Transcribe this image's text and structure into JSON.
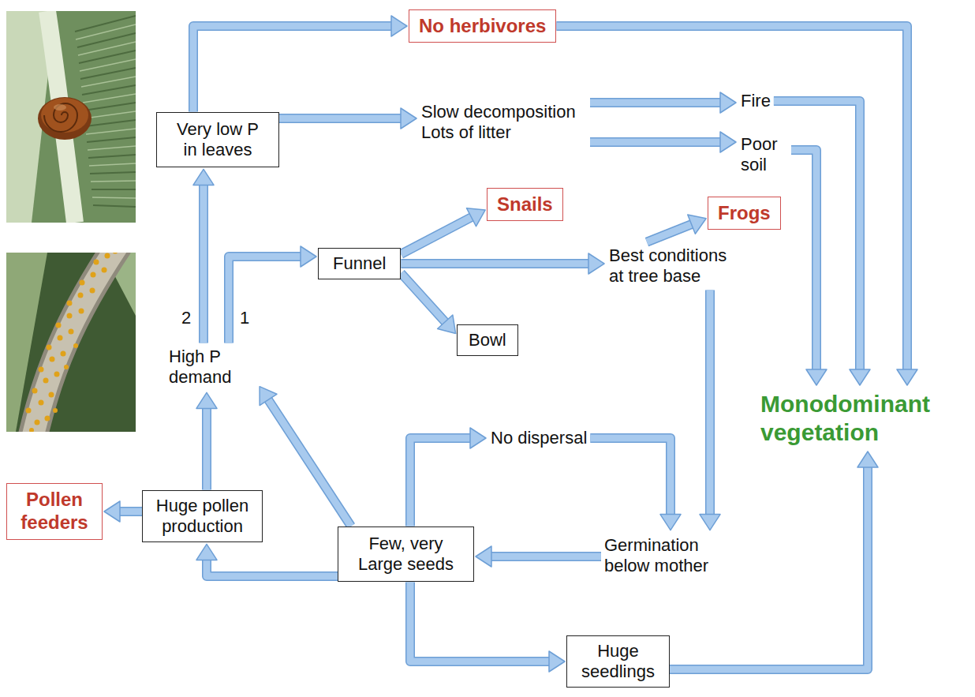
{
  "diagram": {
    "nodes": [
      {
        "text": [
          "No herbivores"
        ]
      },
      {
        "text": [
          "Very low P in leaves"
        ]
      },
      {
        "text": [
          "Slow decomposition Lots of litter"
        ]
      },
      {
        "text": [
          "Fire"
        ]
      },
      {
        "text": [
          "Poor soil"
        ]
      },
      {
        "text": [
          "Snails"
        ]
      },
      {
        "text": [
          "Frogs"
        ]
      },
      {
        "text": [
          "Funnel"
        ]
      },
      {
        "text": [
          "Best conditions at tree base"
        ]
      },
      {
        "text": [
          "Bowl"
        ]
      },
      {
        "text": [
          "High P demand"
        ]
      },
      {
        "text": [
          "Monodominant vegetation"
        ]
      },
      {
        "text": [
          "No dispersal"
        ]
      },
      {
        "text": [
          "Pollen feeders"
        ]
      },
      {
        "text": [
          "Huge pollen production"
        ]
      },
      {
        "text": [
          "Few, very Large seeds"
        ]
      },
      {
        "text": [
          "Germination below mother"
        ]
      },
      {
        "text": [
          "Huge seedlings"
        ]
      }
    ],
    "edges": [
      {
        "from": 1,
        "to": 0,
        "arrow": "to"
      },
      {
        "from": 0,
        "to": 11,
        "arrow": "to"
      },
      {
        "from": 1,
        "to": 2,
        "arrow": "to"
      },
      {
        "from": 2,
        "to": 3,
        "arrow": "to"
      },
      {
        "from": 2,
        "to": 4,
        "arrow": "to"
      },
      {
        "from": 3,
        "to": 11,
        "arrow": "to"
      },
      {
        "from": 4,
        "to": 11,
        "arrow": "to"
      },
      {
        "from": 10,
        "to": 1,
        "arrow": "to"
      },
      {
        "from": 10,
        "to": 7,
        "arrow": "to"
      },
      {
        "from": 7,
        "to": 5,
        "arrow": "to"
      },
      {
        "from": 7,
        "to": 8,
        "arrow": "to"
      },
      {
        "from": 7,
        "to": 9,
        "arrow": "to"
      },
      {
        "from": 8,
        "to": 6,
        "arrow": "to"
      },
      {
        "from": 8,
        "to": 16,
        "arrow": "to"
      },
      {
        "from": 12,
        "to": 16,
        "arrow": "to"
      },
      {
        "from": 16,
        "to": 15,
        "arrow": "to"
      },
      {
        "from": 15,
        "to": 10,
        "arrow": "to"
      },
      {
        "from": 15,
        "to": 14,
        "arrow": "to"
      },
      {
        "from": 14,
        "to": 10,
        "arrow": "to"
      },
      {
        "from": 14,
        "to": 13,
        "arrow": "to"
      },
      {
        "from": 15,
        "to": 12,
        "arrow": "to"
      },
      {
        "from": 15,
        "to": 17,
        "arrow": "to"
      },
      {
        "from": 17,
        "to": 11,
        "arrow": "to"
      }
    ],
    "labels": [
      "2",
      "1"
    ]
  }
}
